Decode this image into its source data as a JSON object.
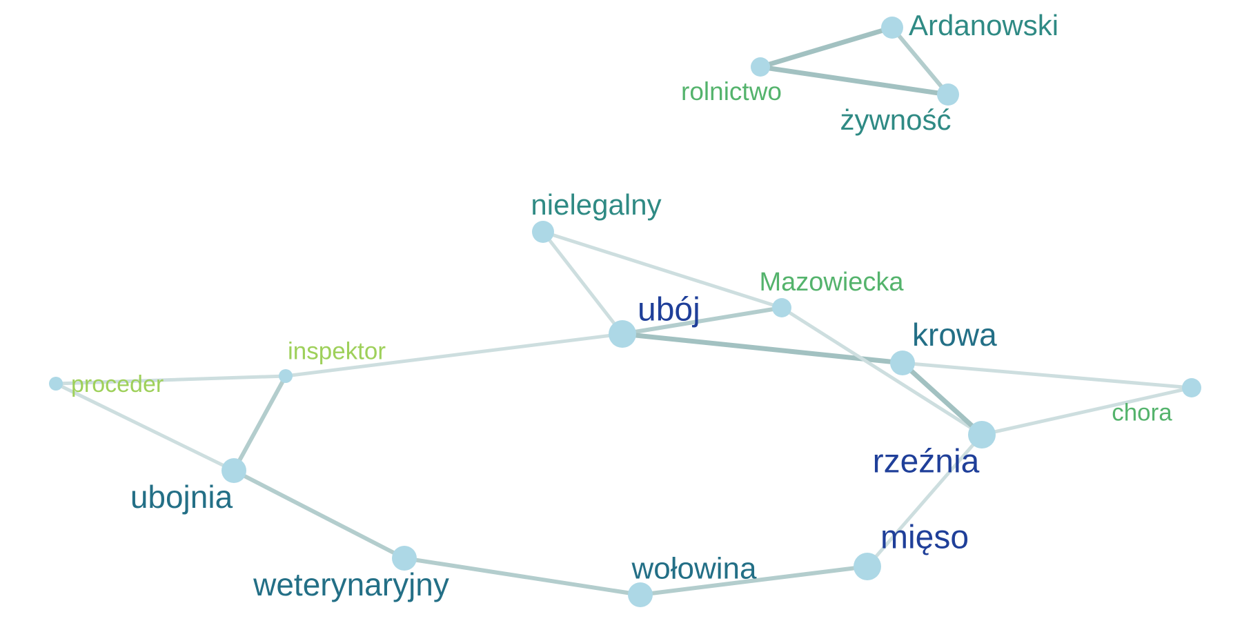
{
  "graph": {
    "nodes": [
      {
        "id": "ardanowski",
        "label": "Ardanowski",
        "weight": 2,
        "color": "#2f8a84"
      },
      {
        "id": "rolnictwo",
        "label": "rolnictwo",
        "weight": 1,
        "color": "#54b36c"
      },
      {
        "id": "zywnosc",
        "label": "żywność",
        "weight": 2,
        "color": "#2f8a84"
      },
      {
        "id": "nielegalny",
        "label": "nielegalny",
        "weight": 2,
        "color": "#2f8a84"
      },
      {
        "id": "mazowiecka",
        "label": "Mazowiecka",
        "weight": 1,
        "color": "#54b36c"
      },
      {
        "id": "uboj",
        "label": "ubój",
        "weight": 4,
        "color": "#1f3f99"
      },
      {
        "id": "krowa",
        "label": "krowa",
        "weight": 3,
        "color": "#236f86"
      },
      {
        "id": "inspektor",
        "label": "inspektor",
        "weight": 0,
        "color": "#9ed05a"
      },
      {
        "id": "proceder",
        "label": "proceder",
        "weight": 0,
        "color": "#9ed05a"
      },
      {
        "id": "chora",
        "label": "chora",
        "weight": 1,
        "color": "#54b36c"
      },
      {
        "id": "rzeznia",
        "label": "rzeźnia",
        "weight": 4,
        "color": "#1f3f99"
      },
      {
        "id": "ubojnia",
        "label": "ubojnia",
        "weight": 3,
        "color": "#236f86"
      },
      {
        "id": "mieso",
        "label": "mięso",
        "weight": 4,
        "color": "#1f3f99"
      },
      {
        "id": "weterynaryjny",
        "label": "weterynaryjny",
        "weight": 3,
        "color": "#236f86"
      },
      {
        "id": "wolowina",
        "label": "wołowina",
        "weight": 3,
        "color": "#236f86"
      }
    ],
    "edges": [
      {
        "source": "rolnictwo",
        "target": "ardanowski",
        "strength": 3
      },
      {
        "source": "ardanowski",
        "target": "zywnosc",
        "strength": 2
      },
      {
        "source": "rolnictwo",
        "target": "zywnosc",
        "strength": 3
      },
      {
        "source": "nielegalny",
        "target": "uboj",
        "strength": 1
      },
      {
        "source": "nielegalny",
        "target": "mazowiecka",
        "strength": 1
      },
      {
        "source": "uboj",
        "target": "mazowiecka",
        "strength": 2
      },
      {
        "source": "uboj",
        "target": "krowa",
        "strength": 3
      },
      {
        "source": "uboj",
        "target": "inspektor",
        "strength": 1
      },
      {
        "source": "mazowiecka",
        "target": "rzeznia",
        "strength": 1
      },
      {
        "source": "krowa",
        "target": "rzeznia",
        "strength": 3
      },
      {
        "source": "krowa",
        "target": "chora",
        "strength": 1
      },
      {
        "source": "rzeznia",
        "target": "chora",
        "strength": 1
      },
      {
        "source": "rzeznia",
        "target": "mieso",
        "strength": 1
      },
      {
        "source": "inspektor",
        "target": "proceder",
        "strength": 1
      },
      {
        "source": "inspektor",
        "target": "ubojnia",
        "strength": 2
      },
      {
        "source": "proceder",
        "target": "ubojnia",
        "strength": 1
      },
      {
        "source": "ubojnia",
        "target": "weterynaryjny",
        "strength": 2
      },
      {
        "source": "weterynaryjny",
        "target": "wolowina",
        "strength": 2
      },
      {
        "source": "wolowina",
        "target": "mieso",
        "strength": 2
      }
    ],
    "style": {
      "node_fill": "#add8e6",
      "edge_colors": {
        "weak": "#cddedf",
        "medium": "#b3cdcd",
        "strong": "#a2c1c1"
      }
    }
  }
}
